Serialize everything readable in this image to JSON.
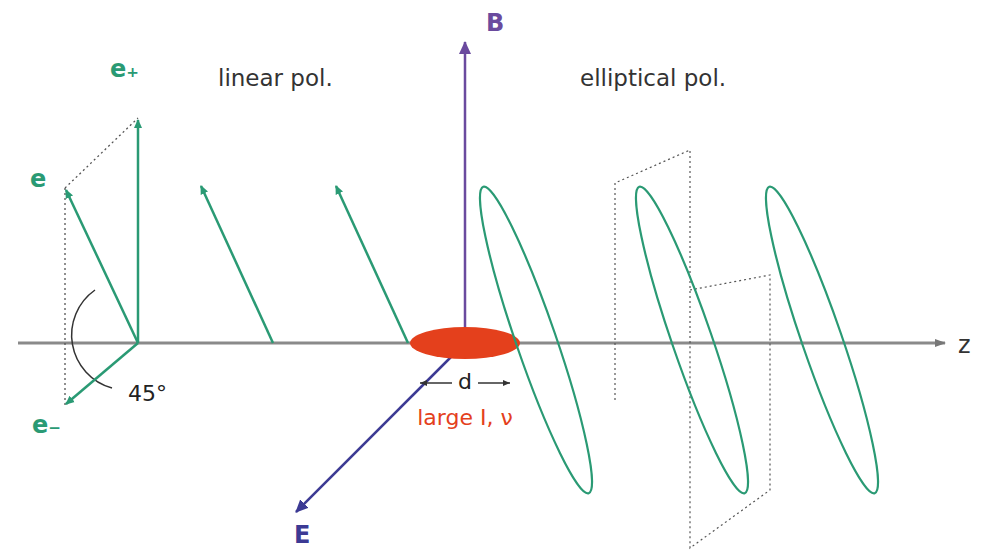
{
  "diagram": {
    "labels": [
      "e₊",
      "e",
      "e₋",
      "45°",
      "linear pol.",
      "elliptical pol.",
      "B",
      "E",
      "z",
      "d",
      "large I, ν"
    ]
  }
}
